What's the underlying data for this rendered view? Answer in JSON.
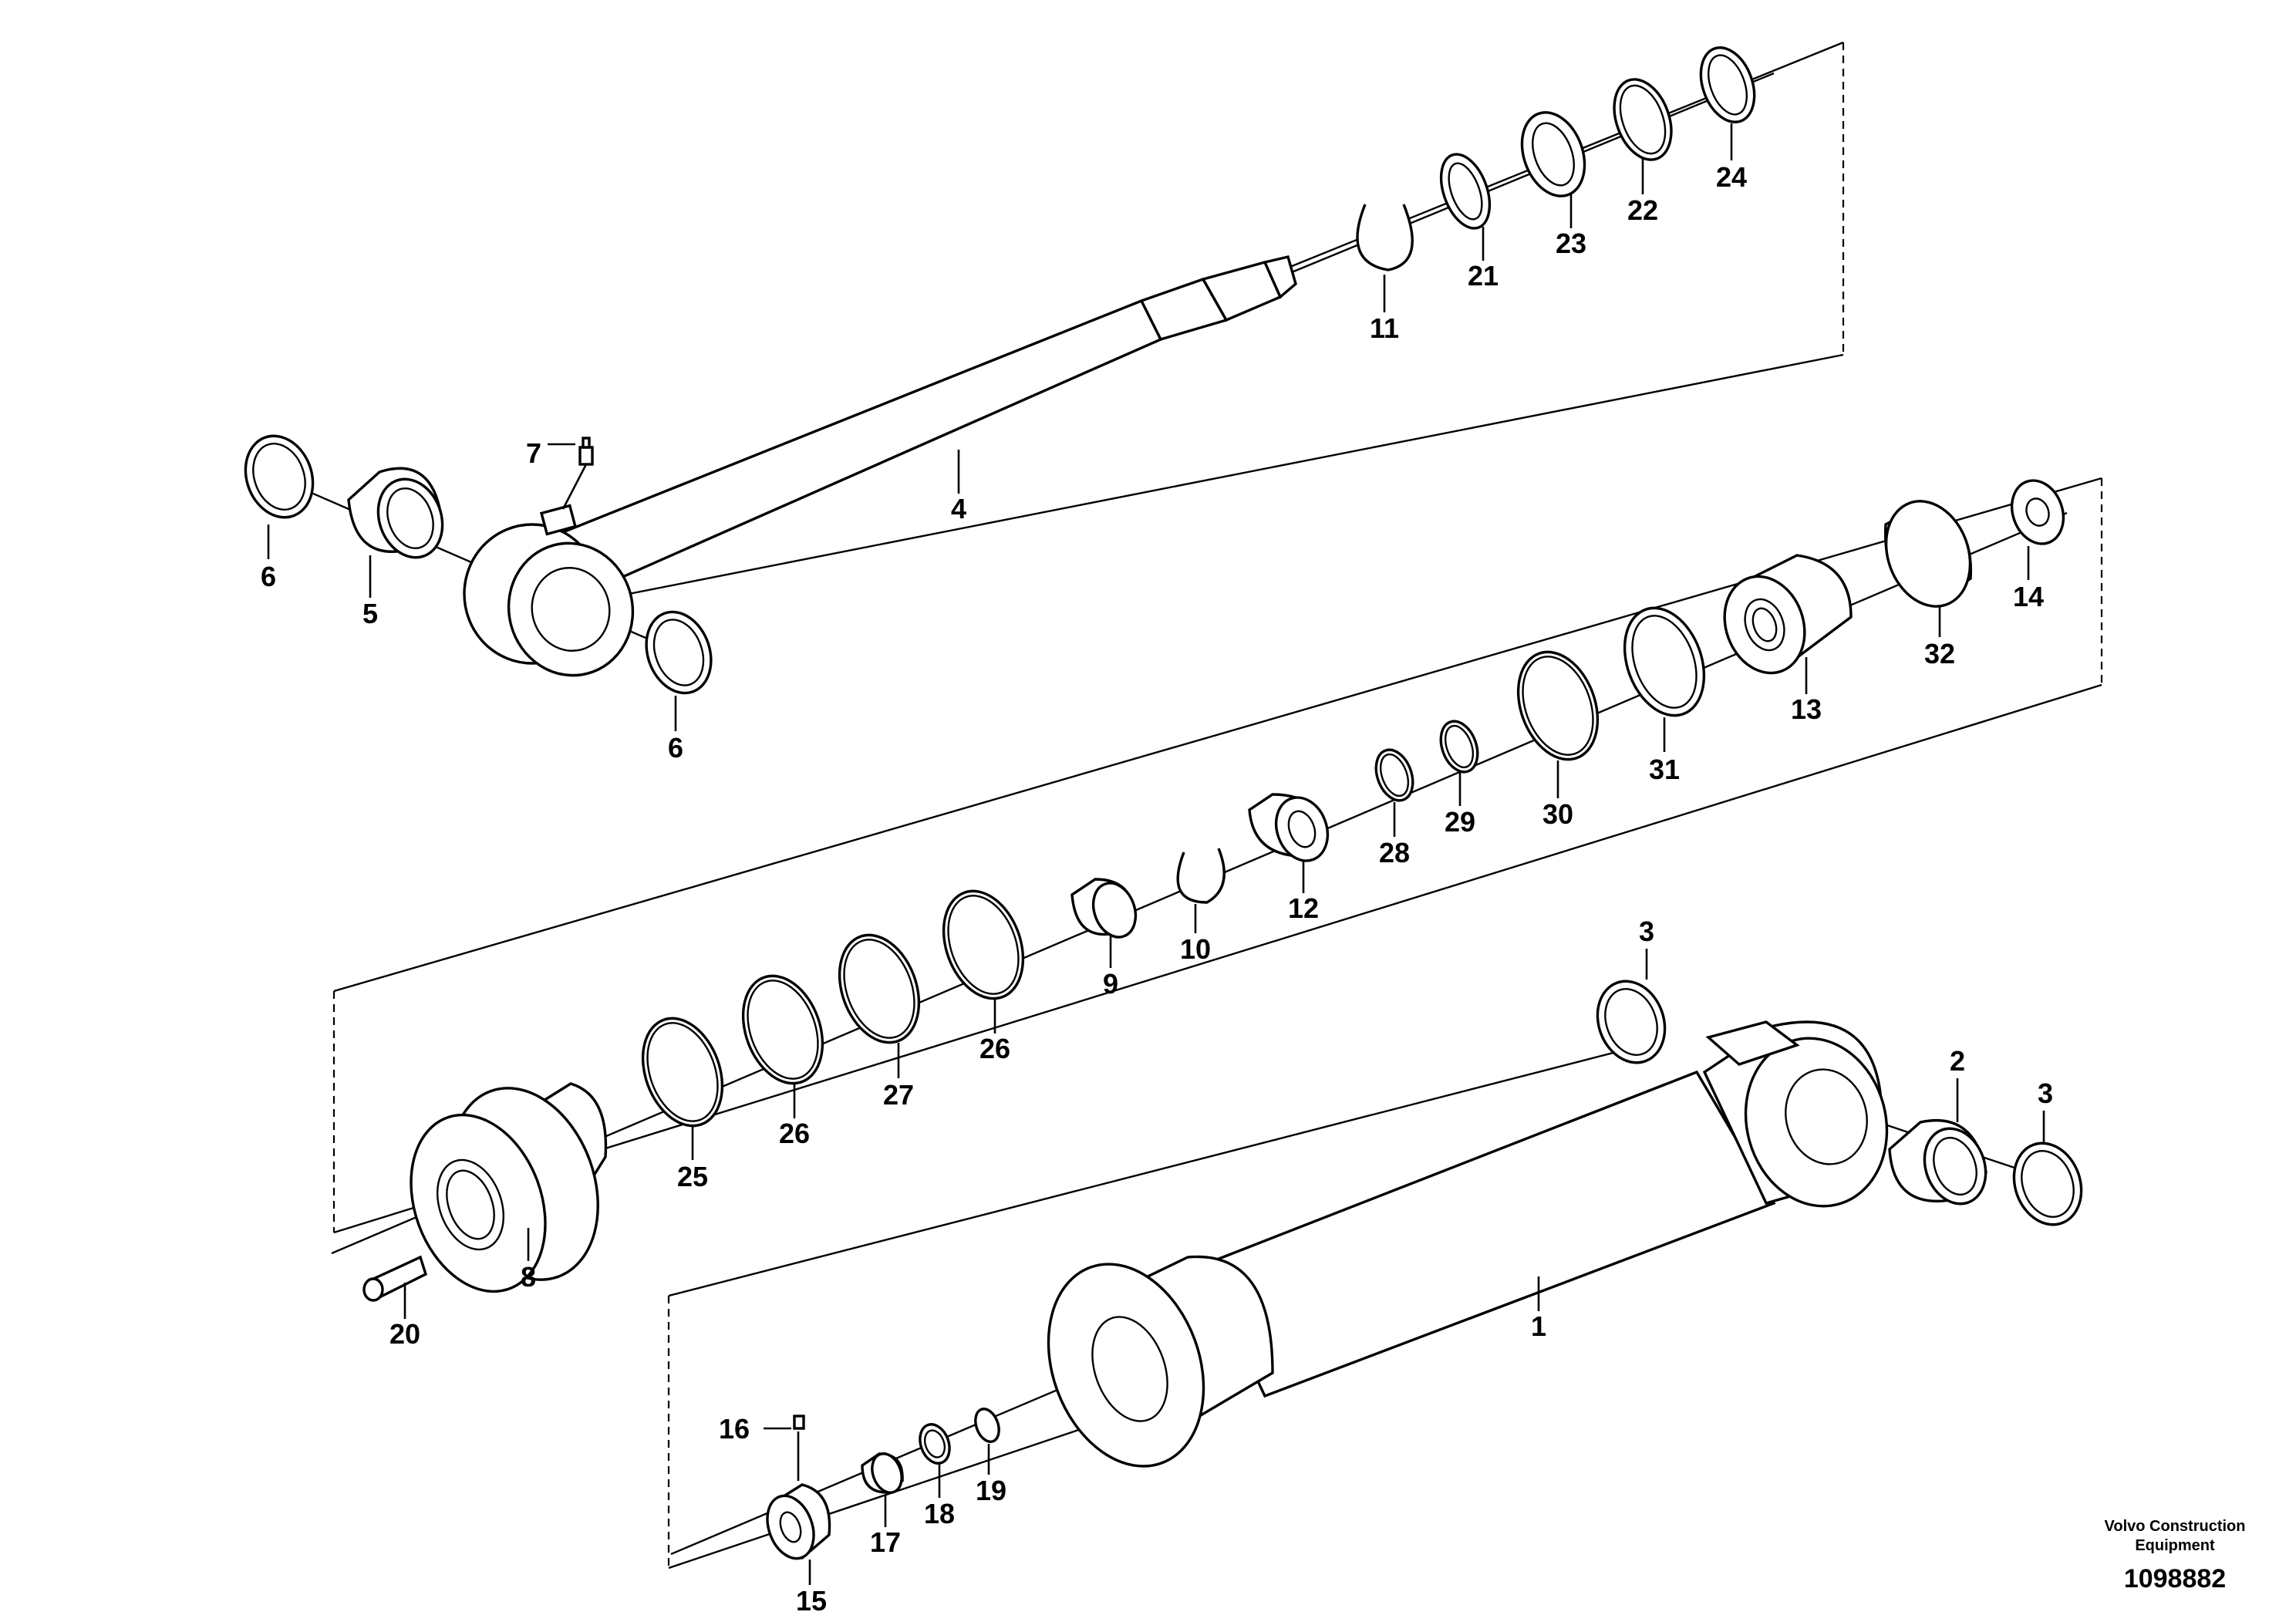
{
  "diagram": {
    "labels": {
      "p1": "1",
      "p2": "2",
      "p3a": "3",
      "p3b": "3",
      "p4": "4",
      "p5": "5",
      "p6a": "6",
      "p6b": "6",
      "p7": "7",
      "p8": "8",
      "p9": "9",
      "p10": "10",
      "p11": "11",
      "p12": "12",
      "p13": "13",
      "p14": "14",
      "p15": "15",
      "p16": "16",
      "p17": "17",
      "p18": "18",
      "p19": "19",
      "p20": "20",
      "p21": "21",
      "p22": "22",
      "p23": "23",
      "p24": "24",
      "p25": "25",
      "p26a": "26",
      "p26b": "26",
      "p27": "27",
      "p28": "28",
      "p29": "29",
      "p30": "30",
      "p31": "31",
      "p32": "32"
    }
  },
  "credit": {
    "company_line1": "Volvo Construction",
    "company_line2": "Equipment",
    "drawing_number": "1098882"
  }
}
